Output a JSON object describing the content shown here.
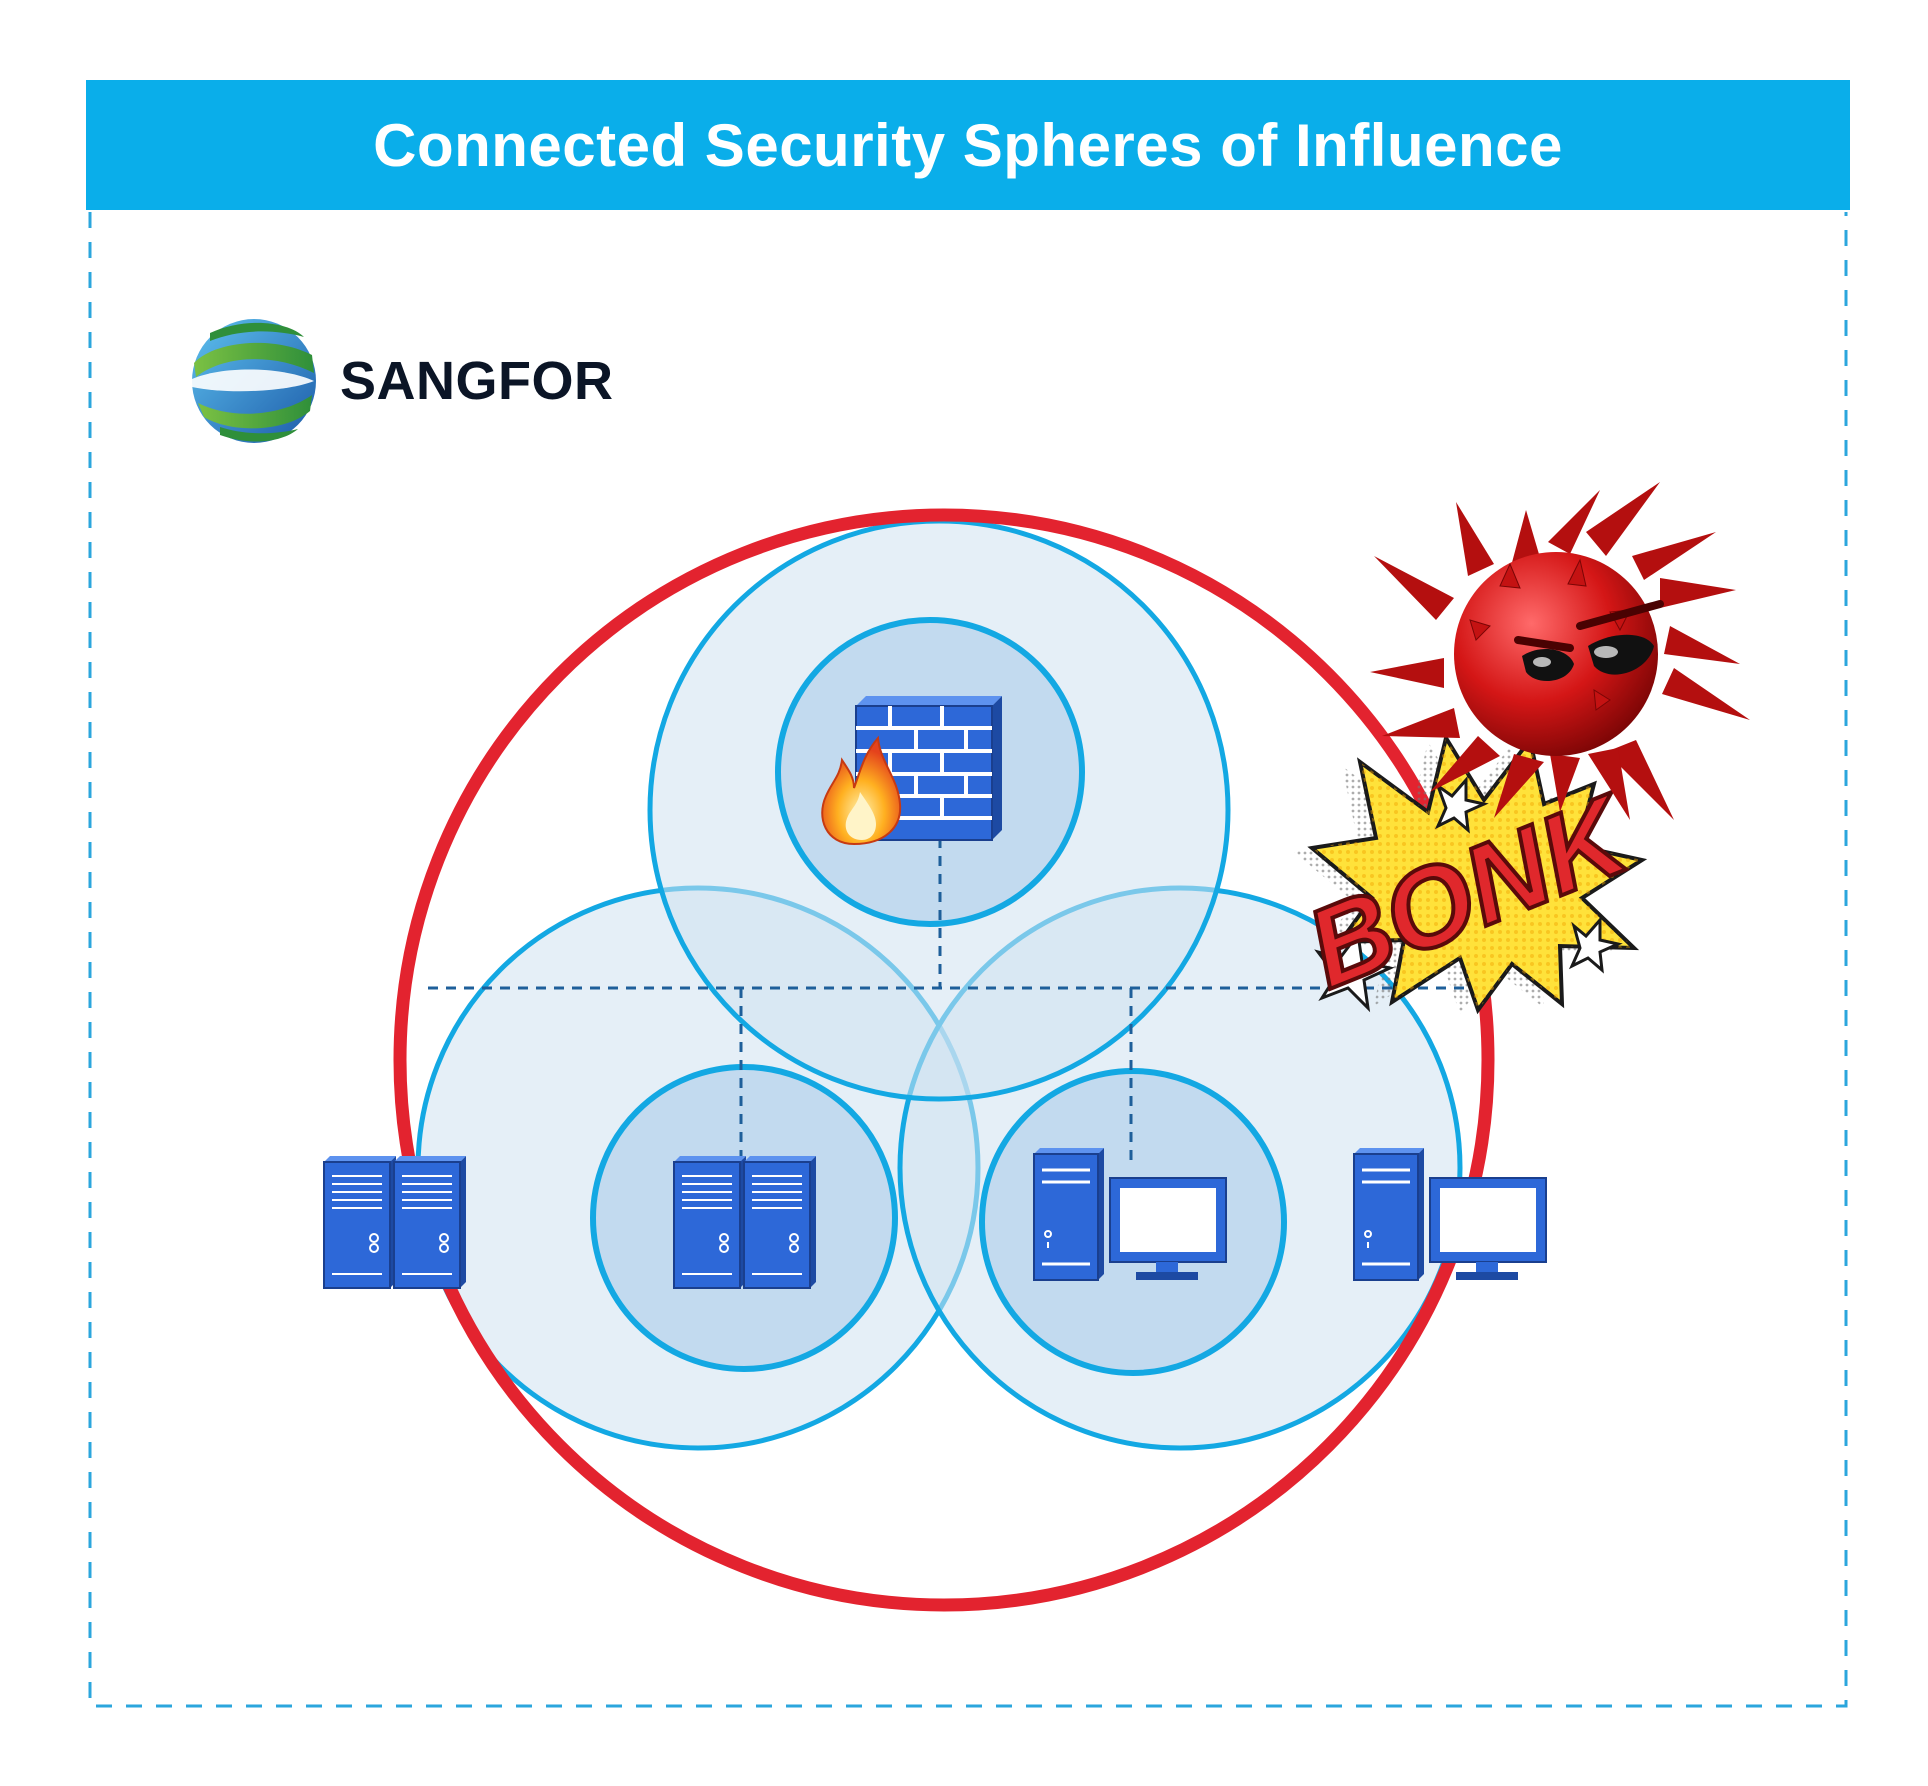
{
  "title": "Connected Security Spheres of Influence",
  "logo": {
    "text": "SANGFOR",
    "icon": "sangfor-globe-icon"
  },
  "callout": {
    "text": "BONK"
  },
  "colors": {
    "banner": "#0aaeea",
    "border_dash": "#2ba6dd",
    "sphere_stroke": "#13a8e3",
    "sphere_fill": "#cfe1f1",
    "outer_ring": "#e3232f",
    "device": "#2d68d8",
    "device_dark": "#1d4aa3",
    "virus": "#d41616"
  },
  "nodes": [
    {
      "name": "firewall",
      "icon": "firewall-icon"
    },
    {
      "name": "servers-inside",
      "icon": "server-rack-icon"
    },
    {
      "name": "workstation-inside",
      "icon": "desktop-computer-icon"
    },
    {
      "name": "servers-outside",
      "icon": "server-rack-icon"
    },
    {
      "name": "workstation-outside",
      "icon": "desktop-computer-icon"
    },
    {
      "name": "malware",
      "icon": "virus-icon"
    }
  ]
}
